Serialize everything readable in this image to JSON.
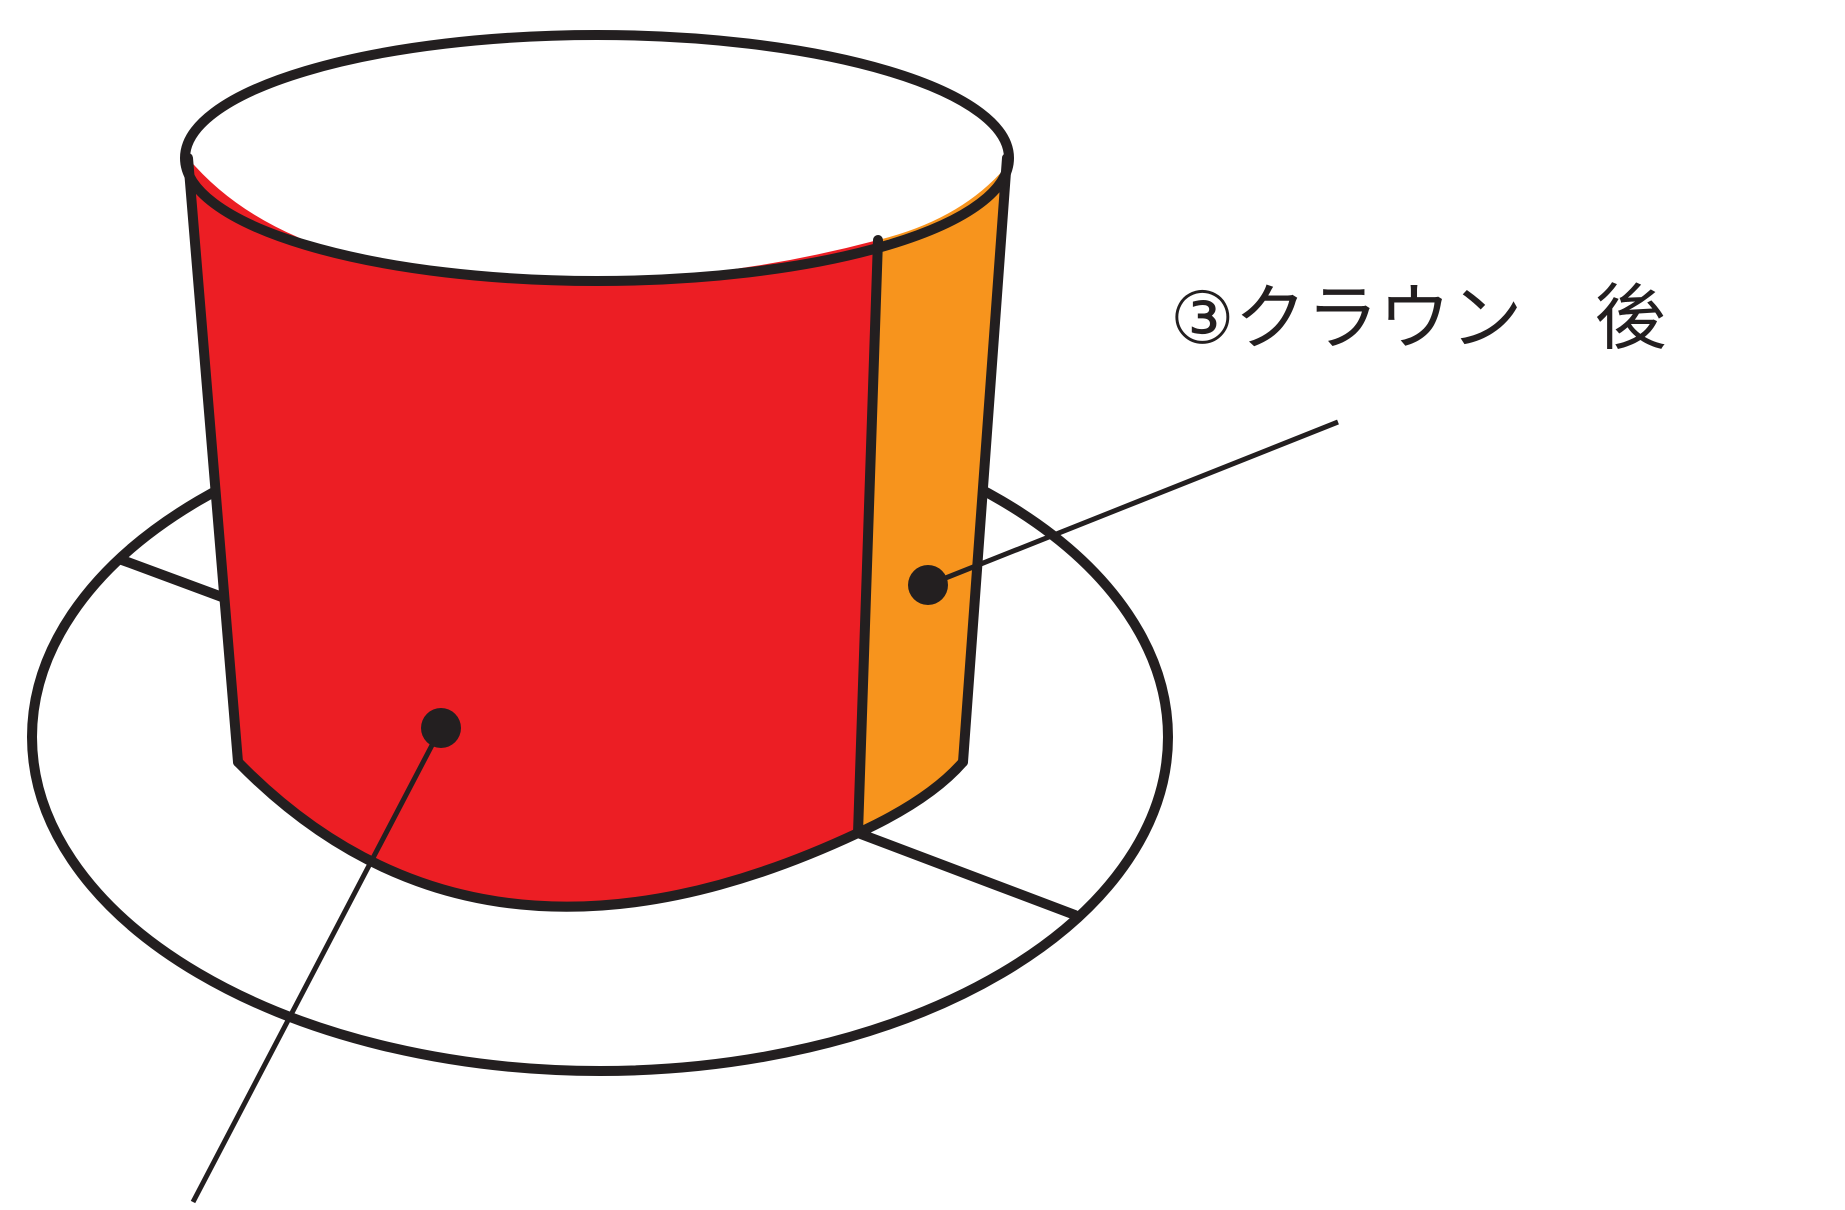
{
  "diagram": {
    "parts": [
      {
        "id": "crown-front",
        "color": "#ec1e24"
      },
      {
        "id": "crown-back",
        "color": "#f7941d"
      },
      {
        "id": "brim",
        "color": "#ffffff"
      },
      {
        "id": "crown-top",
        "color": "#ffffff"
      }
    ],
    "labels": {
      "crown_back": "③クラウン　後"
    },
    "outline_color": "#231f20"
  }
}
